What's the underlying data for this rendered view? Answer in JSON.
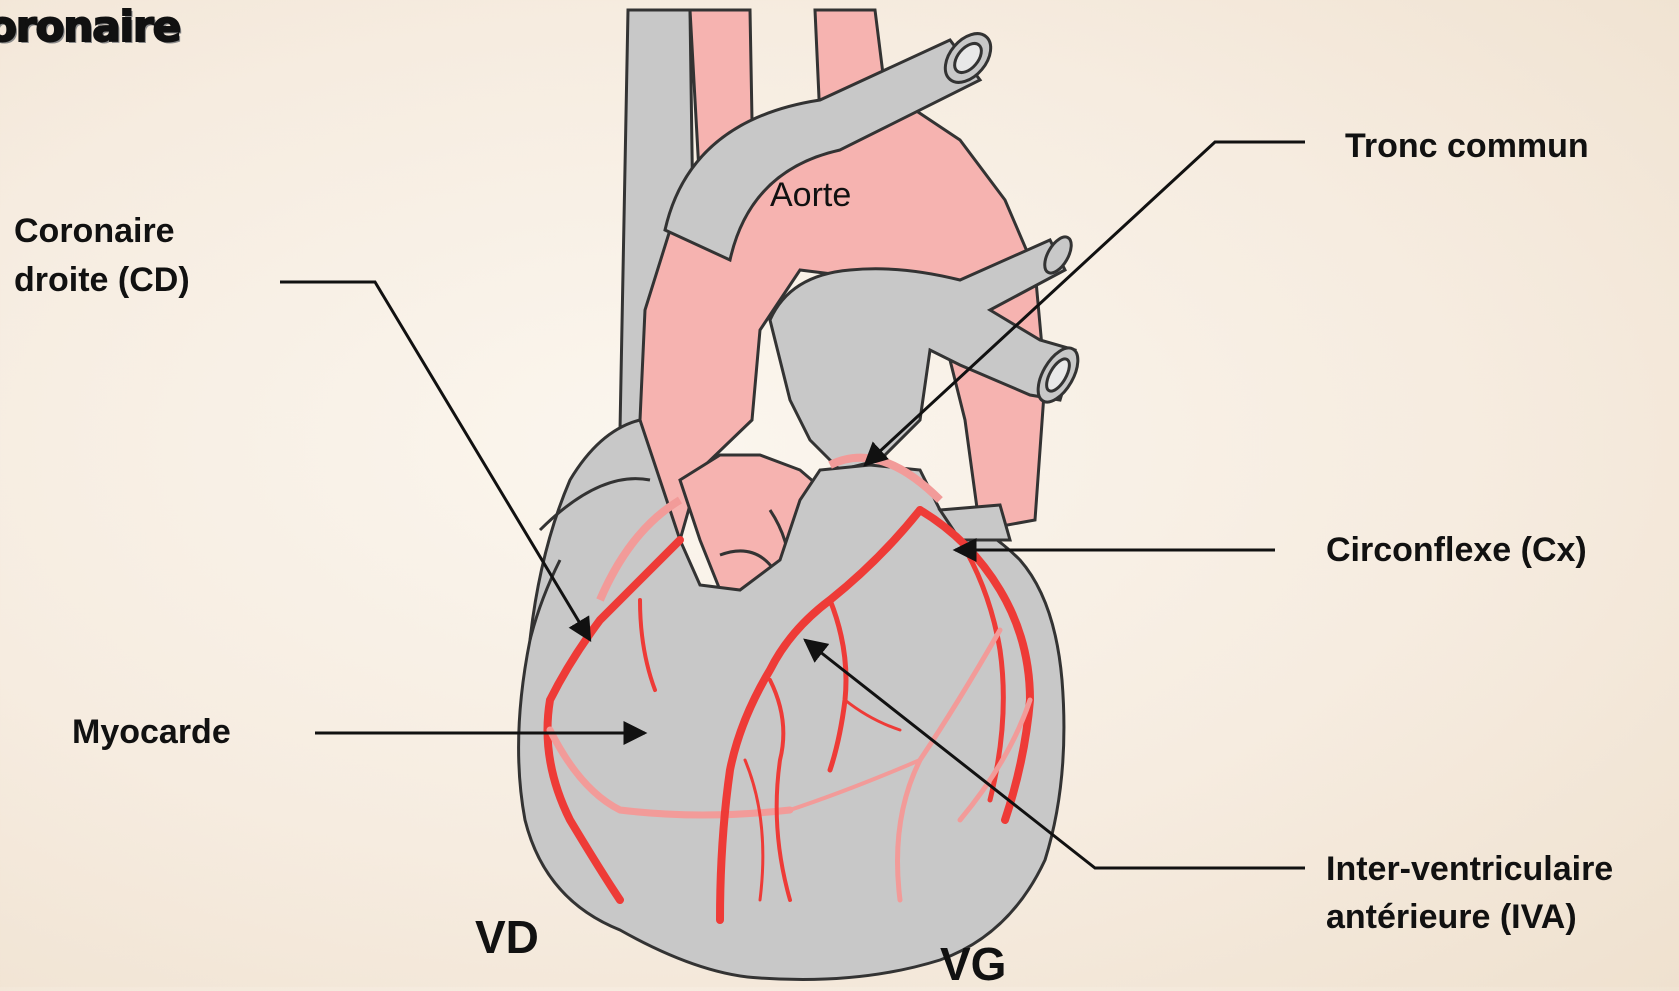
{
  "title": "oronaire",
  "labels": {
    "aorte": "Aorte",
    "coronaire_droite_line1": "Coronaire",
    "coronaire_droite_line2": "droite (CD)",
    "tronc_commun": "Tronc commun",
    "circonflexe": "Circonflexe (Cx)",
    "myocarde": "Myocarde",
    "iva_line1": "Inter-ventriculaire",
    "iva_line2": "antérieure (IVA)",
    "vd": "VD",
    "vg": "VG"
  },
  "colors": {
    "heart_gray": "#c8c8c8",
    "aorta_pink": "#f6b3b0",
    "artery_red": "#ee3b37",
    "artery_light": "#f29b99"
  }
}
